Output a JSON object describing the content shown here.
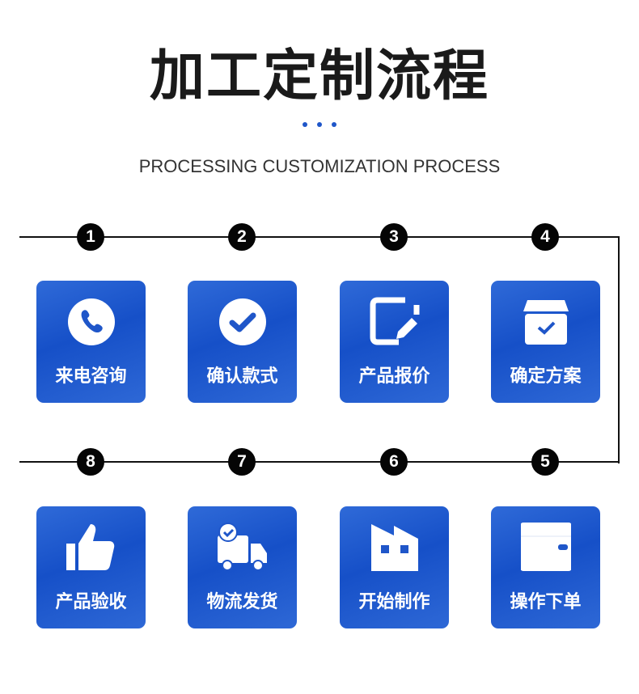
{
  "title": "加工定制流程",
  "subtitle": "PROCESSING CUSTOMIZATION PROCESS",
  "steps": [
    {
      "num": "1",
      "label": "来电咨询",
      "icon": "phone-icon"
    },
    {
      "num": "2",
      "label": "确认款式",
      "icon": "check-circle-icon"
    },
    {
      "num": "3",
      "label": "产品报价",
      "icon": "edit-quote-icon"
    },
    {
      "num": "4",
      "label": "确定方案",
      "icon": "box-check-icon"
    },
    {
      "num": "5",
      "label": "操作下单",
      "icon": "wallet-icon"
    },
    {
      "num": "6",
      "label": "开始制作",
      "icon": "factory-icon"
    },
    {
      "num": "7",
      "label": "物流发货",
      "icon": "truck-icon"
    },
    {
      "num": "8",
      "label": "产品验收",
      "icon": "thumbs-up-icon"
    }
  ],
  "colors": {
    "accent": "#1f56c9"
  }
}
